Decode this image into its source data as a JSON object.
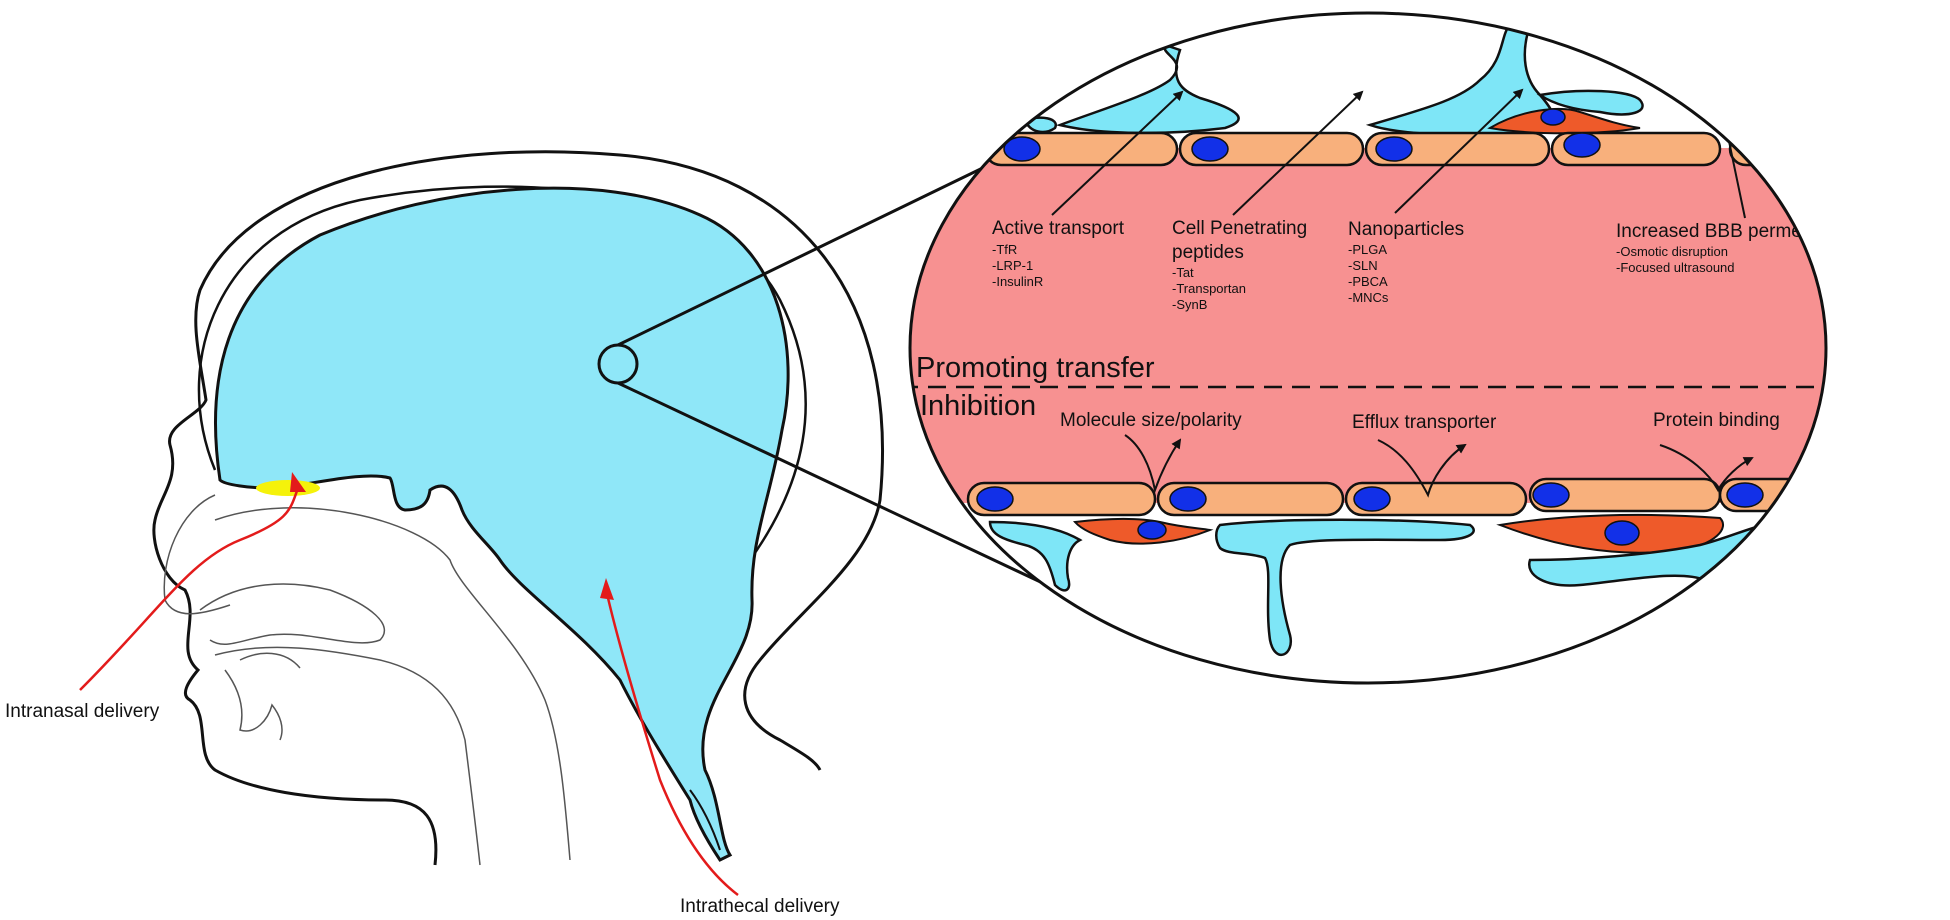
{
  "colors": {
    "csf_blue": "#8fe7f8",
    "vessel_blue": "#7ee6f7",
    "lumen_red": "#f79191",
    "endothelial_peach": "#f8b07c",
    "nucleus_blue": "#1230e8",
    "pericyte_orange": "#ee5a2a",
    "olfactory_yellow": "#f5f20a",
    "arrow_red": "#e31b1b",
    "line_black": "#111111"
  },
  "labels": {
    "intranasal": "Intranasal delivery",
    "intrathecal": "Intrathecal delivery",
    "promoting": "Promoting transfer",
    "inhibition": "Inhibition"
  },
  "promoting_groups": [
    {
      "title": [
        "Active transport"
      ],
      "items": [
        "-TfR",
        "-LRP-1",
        "-InsulinR"
      ]
    },
    {
      "title": [
        "Cell Penetrating",
        "peptides"
      ],
      "items": [
        "-Tat",
        "-Transportan",
        "-SynB"
      ]
    },
    {
      "title": [
        "Nanoparticles"
      ],
      "items": [
        "-PLGA",
        "-SLN",
        "-PBCA",
        "-MNCs"
      ]
    },
    {
      "title": [
        "Increased BBB permeability"
      ],
      "items": [
        "-Osmotic disruption",
        "-Focused ultrasound"
      ]
    }
  ],
  "inhibition_items": [
    "Molecule size/polarity",
    "Efflux transporter",
    "Protein binding"
  ]
}
